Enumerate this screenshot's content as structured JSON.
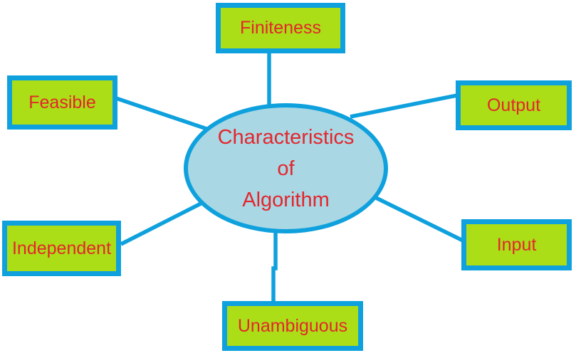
{
  "diagram_title": "Characteristics of Algorithm",
  "center": {
    "line1": "Characteristics",
    "line2": "of",
    "line3": "Algorithm"
  },
  "nodes": {
    "finiteness": {
      "label": "Finiteness"
    },
    "feasible": {
      "label": "Feasible"
    },
    "output": {
      "label": "Output"
    },
    "independent": {
      "label": "Independent"
    },
    "input": {
      "label": "Input"
    },
    "unambiguous": {
      "label": "Unambiguous"
    }
  },
  "colors": {
    "connector_blue": "#0FA1DD",
    "node_fill_green": "#ABDE16",
    "center_fill_lightblue": "#A9D7E4",
    "text_red": "#E4262C",
    "background": "#FFFFFF"
  }
}
